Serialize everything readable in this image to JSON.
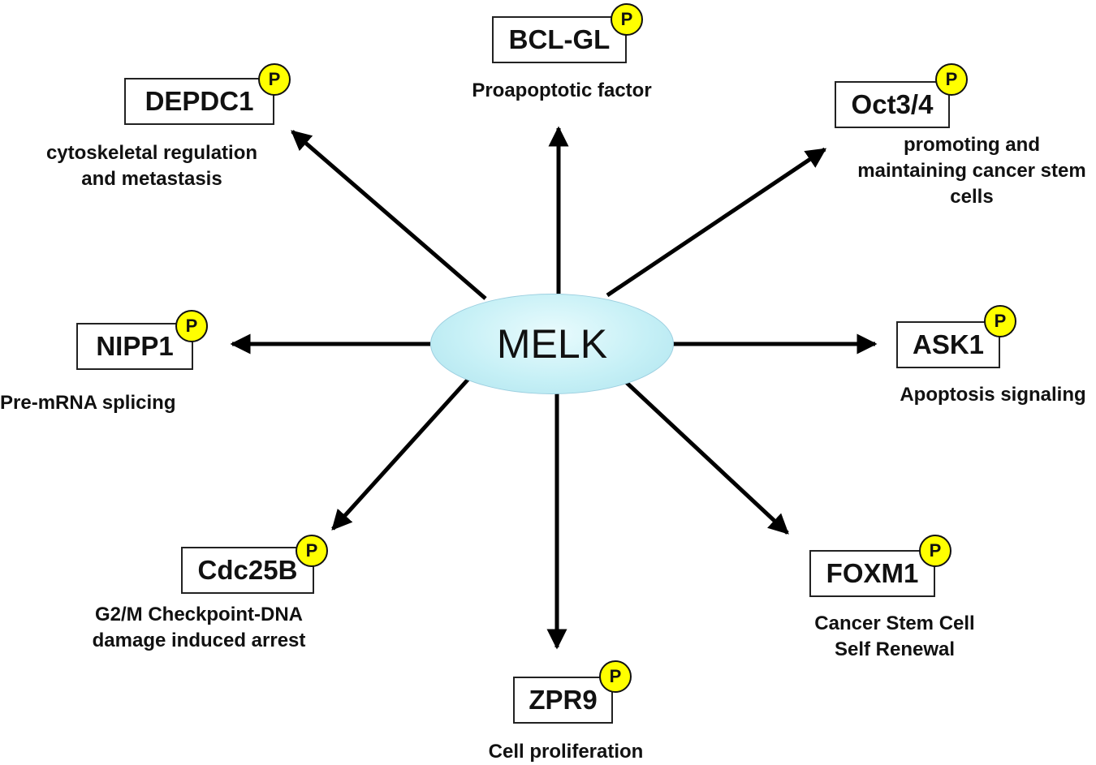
{
  "hub": {
    "label": "MELK"
  },
  "colors": {
    "hub_fill": "#c6f0f6",
    "badge_fill": "#ffff00",
    "line": "#000000"
  },
  "targets": [
    {
      "id": "bclgl",
      "name": "BCL-GL",
      "badge": "P",
      "lines": [
        "Proapoptotic factor"
      ]
    },
    {
      "id": "depdc1",
      "name": "DEPDC1",
      "badge": "P",
      "lines": [
        "cytoskeletal regulation",
        "and metastasis"
      ]
    },
    {
      "id": "oct34",
      "name": "Oct3/4",
      "badge": "P",
      "lines": [
        "promoting and",
        "maintaining cancer stem",
        "cells"
      ]
    },
    {
      "id": "nipp1",
      "name": "NIPP1",
      "badge": "P",
      "lines": [
        "Pre-mRNA splicing"
      ]
    },
    {
      "id": "ask1",
      "name": "ASK1",
      "badge": "P",
      "lines": [
        "Apoptosis signaling"
      ]
    },
    {
      "id": "cdc25b",
      "name": "Cdc25B",
      "badge": "P",
      "lines": [
        "G2/M Checkpoint-DNA",
        "damage induced arrest"
      ]
    },
    {
      "id": "foxm1",
      "name": "FOXM1",
      "badge": "P",
      "lines": [
        "Cancer Stem Cell",
        "Self Renewal"
      ]
    },
    {
      "id": "zpr9",
      "name": "ZPR9",
      "badge": "P",
      "lines": [
        "Cell proliferation"
      ]
    }
  ]
}
